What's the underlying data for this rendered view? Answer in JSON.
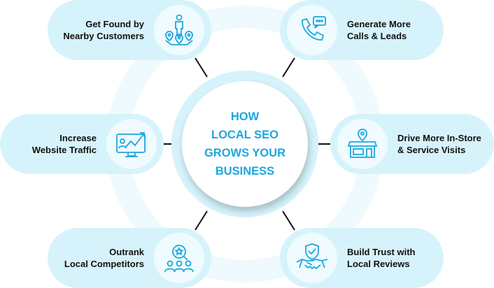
{
  "center": {
    "lines": [
      "HOW",
      "LOCAL SEO",
      "GROWS YOUR",
      "BUSINESS"
    ]
  },
  "benefits": [
    {
      "lines": [
        "Get Found by",
        "Nearby Customers"
      ],
      "icon": "person-locations-icon"
    },
    {
      "lines": [
        "Generate More",
        "Calls & Leads"
      ],
      "icon": "phone-chat-icon"
    },
    {
      "lines": [
        "Increase",
        "Website Traffic"
      ],
      "icon": "monitor-growth-chart-icon"
    },
    {
      "lines": [
        "Drive More In-Store",
        "& Service Visits"
      ],
      "icon": "storefront-pin-icon"
    },
    {
      "lines": [
        "Outrank",
        "Local Competitors"
      ],
      "icon": "magnifier-group-icon"
    },
    {
      "lines": [
        "Build Trust with",
        "Local Reviews"
      ],
      "icon": "handshake-shield-icon"
    }
  ],
  "colors": {
    "accent": "#1ba7df",
    "pill": "#d6f3fb",
    "ring": "#eefafd"
  }
}
